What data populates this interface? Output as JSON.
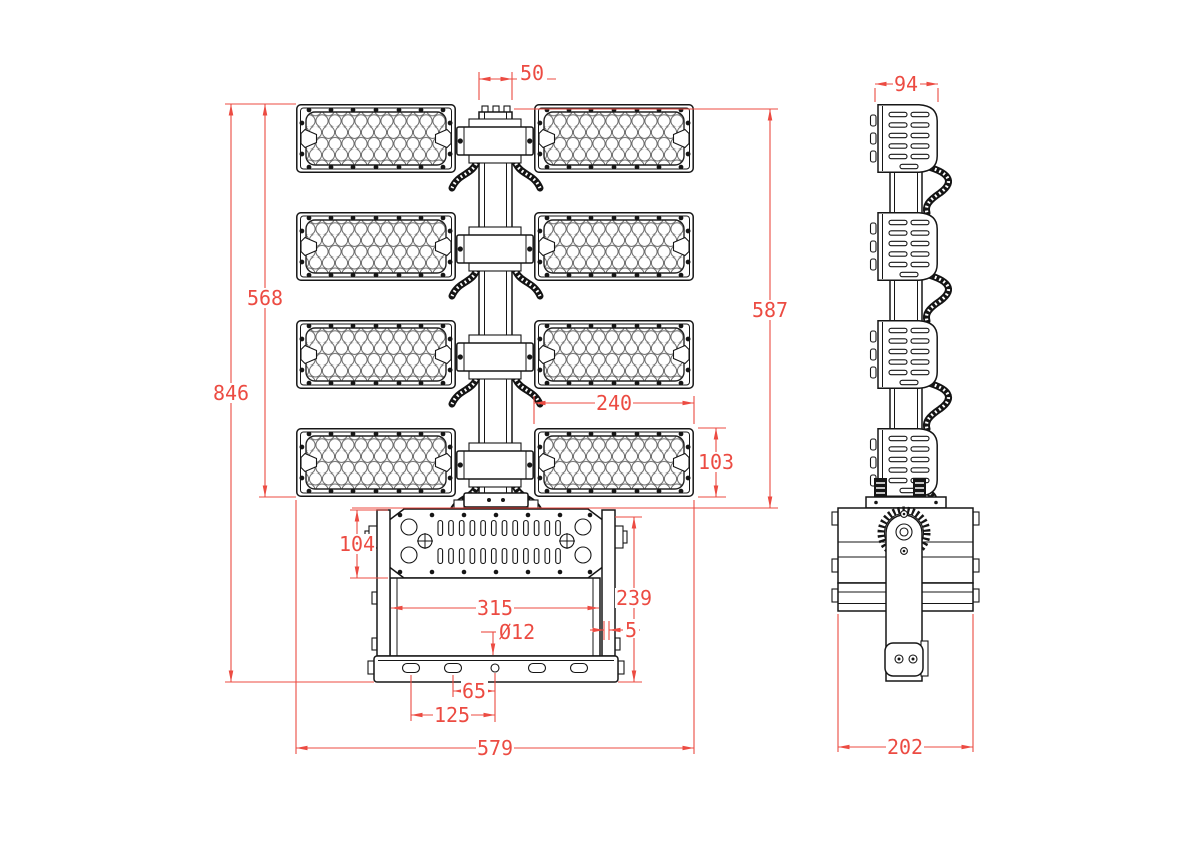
{
  "drawing": {
    "type": "technical-dimension-drawing",
    "views": [
      "front",
      "side"
    ]
  },
  "colors": {
    "dimension_red": "#ec4b42",
    "line_black": "#161616",
    "background": "#ffffff"
  },
  "views": {
    "front": {
      "pole_top_width": "50",
      "module_stack_height": "568",
      "overall_height": "846",
      "pole_assembly_height": "587",
      "module_width": "240",
      "module_height": "103",
      "bracket_box_height": "104",
      "bracket_body_width": "315",
      "bracket_total_height": "239",
      "plate_offset": "5",
      "center_hole_diameter": "Ø12",
      "slot_spacing_near": "65",
      "slot_spacing_far": "125",
      "overall_width": "579"
    },
    "side": {
      "module_depth": "94",
      "bracket_depth": "202"
    }
  }
}
